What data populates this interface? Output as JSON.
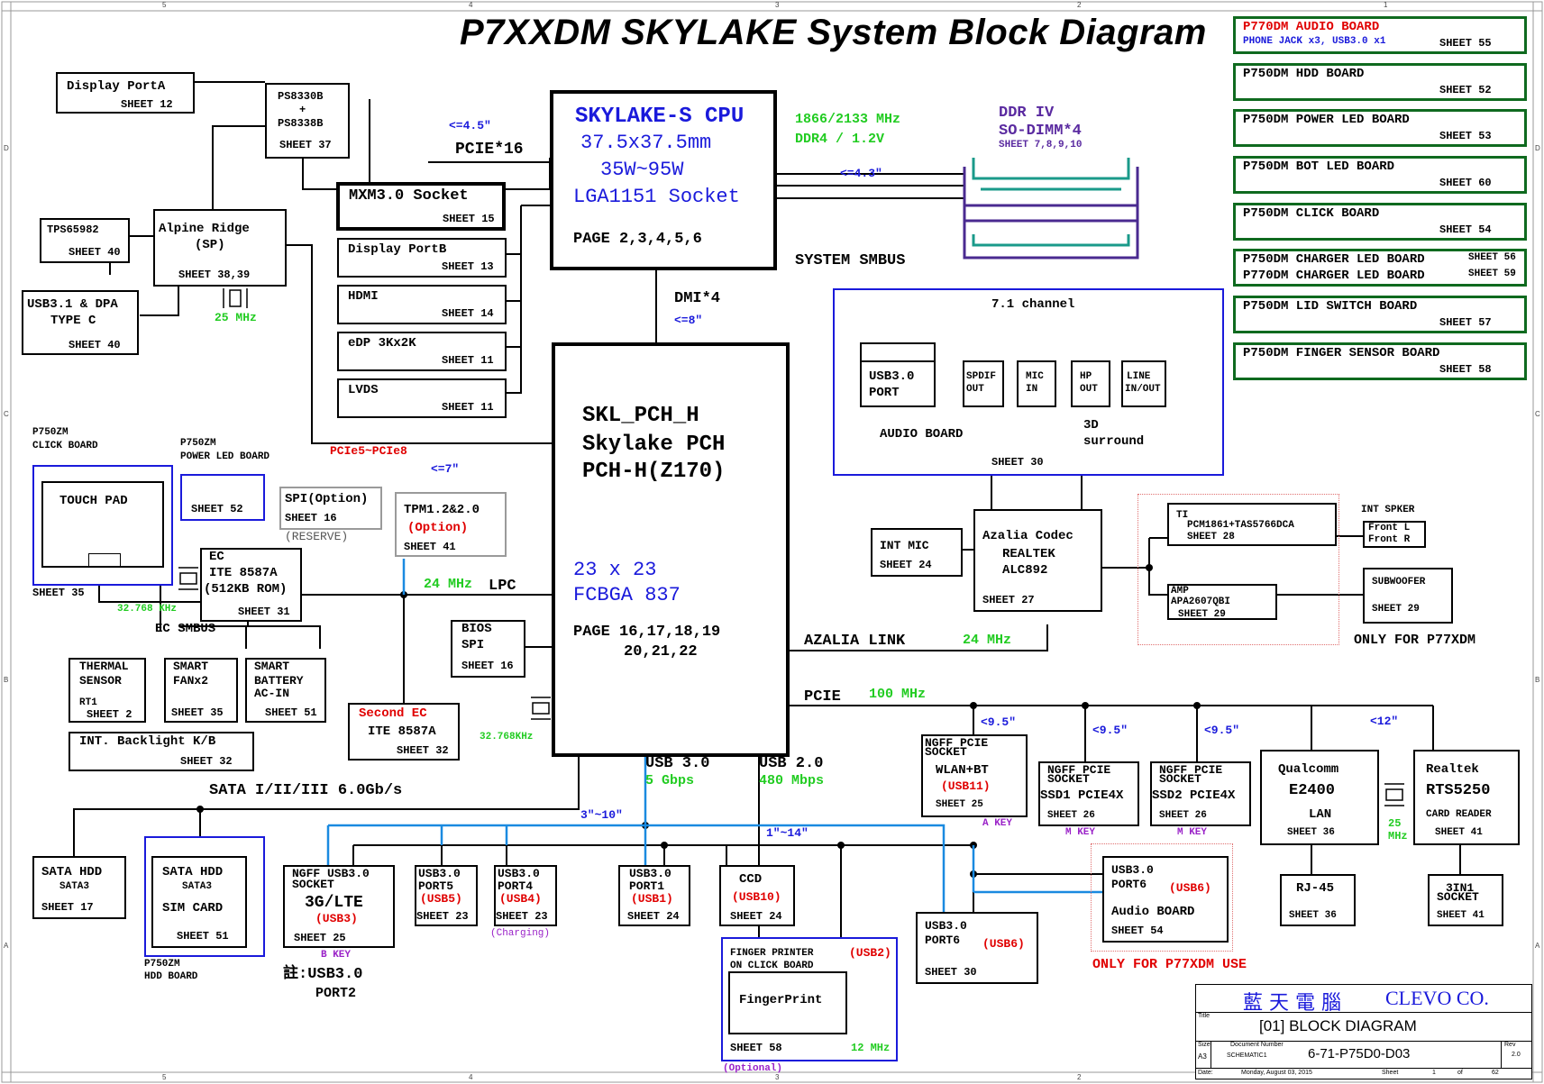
{
  "title": "P7XXDM SKYLAKE System Block Diagram",
  "frame": {
    "top": [
      "5",
      "4",
      "3",
      "2",
      "1"
    ],
    "sides": [
      "D",
      "C",
      "B",
      "A"
    ]
  },
  "cpu": {
    "name": "SKYLAKE-S CPU",
    "size": "37.5x37.5mm",
    "power": "35W~95W",
    "socket": "LGA1151 Socket",
    "pages": "PAGE 2,3,4,5,6"
  },
  "pch": {
    "l1": "SKL_PCH_H",
    "l2": "Skylake PCH",
    "l3": "PCH-H(Z170)",
    "pkg1": "23 x 23",
    "pkg2": "FCBGA 837",
    "pages1": "PAGE 16,17,18,19",
    "pages2": "20,21,22"
  },
  "memory": {
    "freq": "1866/2133 MHz",
    "type": "DDR4 / 1.2V",
    "ddr": "DDR IV",
    "sodimm": "SO-DIMM*4",
    "sheet": "SHEET 7,8,9,10",
    "len": "<=4.3\""
  },
  "buses": {
    "pcie16": "PCIE*16",
    "pcie16_len": "<=4.5\"",
    "dmi": "DMI*4",
    "dmi_len": "<=8\"",
    "system_smbus": "SYSTEM SMBUS",
    "pcie58": "PCIe5~PCIe8",
    "pcie58_len": "<=7\"",
    "lpc_freq": "24 MHz",
    "lpc": "LPC",
    "ec_smbus": "EC SMBUS",
    "azalia": "AZALIA LINK",
    "azalia_freq": "24 MHz",
    "pcie": "PCIE",
    "pcie_freq": "100 MHz",
    "sata": "SATA I/II/III 6.0Gb/s",
    "usb3": "USB 3.0",
    "usb3_speed": "5 Gbps",
    "usb2": "USB 2.0",
    "usb2_speed": "480 Mbps",
    "usb3_len": "3\"~10\"",
    "usb2_len": "1\"~14\""
  },
  "left": {
    "dp_a": {
      "name": "Display PortA",
      "sheet": "SHEET 12"
    },
    "ps8330": {
      "l1": "PS8330B",
      "l2": "+",
      "l3": "PS8338B",
      "sheet": "SHEET 37"
    },
    "mxm": {
      "name": "MXM3.0 Socket",
      "sheet": "SHEET 15"
    },
    "dp_b": {
      "name": "Display PortB",
      "sheet": "SHEET 13"
    },
    "hdmi": {
      "name": "HDMI",
      "sheet": "SHEET 14"
    },
    "edp": {
      "name": "eDP 3Kx2K",
      "sheet": "SHEET 11"
    },
    "lvds": {
      "name": "LVDS",
      "sheet": "SHEET 11"
    },
    "tps": {
      "name": "TPS65982",
      "sheet": "SHEET 40"
    },
    "alpine": {
      "l1": "Alpine Ridge",
      "l2": "(SP)",
      "sheet": "SHEET 38,39",
      "clk": "25 MHz"
    },
    "usb31": {
      "l1": "USB3.1 & DPA",
      "l2": "TYPE C",
      "sheet": "SHEET 40"
    },
    "click_board": {
      "l1": "P750ZM",
      "l2": "CLICK BOARD"
    },
    "touchpad": {
      "name": "TOUCH PAD",
      "sheet": "SHEET 35"
    },
    "powerled": {
      "l1": "P750ZM",
      "l2": "POWER LED BOARD",
      "sheet": "SHEET 52"
    },
    "spi": {
      "name": "SPI(Option)",
      "sheet": "SHEET 16",
      "reserve": "(RESERVE)"
    },
    "tpm": {
      "name": "TPM1.2&2.0",
      "option": "(Option)",
      "sheet": "SHEET 41"
    },
    "ec": {
      "l1": "EC",
      "l2": "ITE 8587A",
      "l3": "(512KB ROM)",
      "sheet": "SHEET 31",
      "clk": "32.768 KHz"
    },
    "bios": {
      "l1": "BIOS",
      "l2": "SPI",
      "sheet": "SHEET 16",
      "clk": "32.768KHz"
    },
    "thermal": {
      "l1": "THERMAL",
      "l2": "SENSOR",
      "l3": "RT1",
      "sheet": "SHEET 2"
    },
    "fan": {
      "l1": "SMART",
      "l2": "FANx2",
      "sheet": "SHEET 35"
    },
    "battery": {
      "l1": "SMART",
      "l2": "BATTERY",
      "l3": "AC-IN",
      "sheet": "SHEET 51"
    },
    "backlight": {
      "name": "INT. Backlight K/B",
      "sheet": "SHEET 32"
    },
    "second_ec": {
      "l1": "Second EC",
      "l2": "ITE 8587A",
      "sheet": "SHEET 32"
    }
  },
  "storage": {
    "sata_hdd1": {
      "l1": "SATA HDD",
      "l2": "SATA3",
      "sheet": "SHEET 17"
    },
    "sata_hdd2": {
      "l1": "SATA HDD",
      "l2": "SATA3",
      "l3": "SIM CARD",
      "sheet": "SHEET 51"
    },
    "hdd_board": {
      "l1": "P750ZM",
      "l2": "HDD BOARD"
    },
    "ngff3g": {
      "l1": "NGFF USB3.0",
      "l2": "SOCKET",
      "l3": "3G/LTE",
      "usb": "(USB3)",
      "sheet": "SHEET 25",
      "key": "B KEY"
    },
    "note": {
      "l1": "註:USB3.0",
      "l2": "PORT2"
    },
    "port5": {
      "l1": "USB3.0",
      "l2": "PORT5",
      "usb": "(USB5)",
      "sheet": "SHEET 23"
    },
    "port4": {
      "l1": "USB3.0",
      "l2": "PORT4",
      "usb": "(USB4)",
      "sheet": "SHEET 23",
      "charging": "(Charging)"
    },
    "port1": {
      "l1": "USB3.0",
      "l2": "PORT1",
      "usb": "(USB1)",
      "sheet": "SHEET 24"
    },
    "ccd": {
      "l1": "CCD",
      "usb": "(USB10)",
      "sheet": "SHEET 24"
    },
    "finger": {
      "l1": "FINGER PRINTER",
      "usb": "(USB2)",
      "l2": "ON CLICK BOARD",
      "inner": "FingerPrint",
      "sheet": "SHEET 58",
      "clk": "12 MHz",
      "optional": "(Optional)"
    },
    "port6": {
      "l1": "USB3.0",
      "l2": "PORT6",
      "usb": "(USB6)",
      "sheet": "SHEET 30"
    },
    "audio_port6": {
      "l1": "USB3.0",
      "l2": "PORT6",
      "usb": "(USB6)",
      "l3": "Audio BOARD",
      "sheet": "SHEET 54",
      "only": "ONLY FOR P77XDM USE"
    }
  },
  "right": {
    "boards": [
      {
        "name": "P770DM AUDIO BOARD",
        "sub": "PHONE JACK x3, USB3.0 x1",
        "sheet": "SHEET 55"
      },
      {
        "name": "P750DM HDD BOARD",
        "sheet": "SHEET 52"
      },
      {
        "name": "P750DM POWER LED BOARD",
        "sheet": "SHEET 53"
      },
      {
        "name": "P750DM BOT LED BOARD",
        "sheet": "SHEET 60"
      },
      {
        "name": "P750DM CLICK BOARD",
        "sheet": "SHEET 54"
      },
      {
        "name": "P750DM CHARGER LED BOARD",
        "sheet": "SHEET 56",
        "name2": "P770DM CHARGER LED BOARD",
        "sheet2": "SHEET 59"
      },
      {
        "name": "P750DM LID SWITCH BOARD",
        "sheet": "SHEET 57"
      },
      {
        "name": "P750DM FINGER SENSOR BOARD",
        "sheet": "SHEET 58"
      }
    ],
    "audio_board": {
      "channel": "7.1 channel",
      "usb_l1": "USB3.0",
      "usb_l2": "PORT",
      "name": "AUDIO BOARD",
      "spdif_l1": "SPDIF",
      "spdif_l2": "OUT",
      "mic_l1": "MIC",
      "mic_l2": "IN",
      "hp_l1": "HP",
      "hp_l2": "OUT",
      "line_l1": "LINE",
      "line_l2": "IN/OUT",
      "surround_l1": "3D",
      "surround_l2": "surround",
      "sheet": "SHEET 30"
    },
    "int_mic": {
      "name": "INT MIC",
      "sheet": "SHEET 24"
    },
    "azalia": {
      "l1": "Azalia Codec",
      "l2": "REALTEK",
      "l3": "ALC892",
      "sheet": "SHEET 27"
    },
    "ti": {
      "l1": "TI",
      "l2": "PCM1861+TAS5766DCA",
      "sheet": "SHEET 28"
    },
    "spker": {
      "title": "INT SPKER",
      "l1": "Front L",
      "l2": "Front R"
    },
    "amp": {
      "l1": "AMP",
      "l2": "APA2607QBI",
      "sheet": "SHEET 29"
    },
    "subwoofer": {
      "name": "SUBWOOFER",
      "sheet": "SHEET 29"
    },
    "only_p77": "ONLY FOR P77XDM",
    "wlan": {
      "l1": "NGFF PCIE",
      "l2": "SOCKET",
      "l3": "WLAN+BT",
      "usb": "(USB11)",
      "sheet": "SHEET 25",
      "key": "A KEY",
      "len": "<9.5\""
    },
    "ssd1": {
      "l1": "NGFF PCIE",
      "l2": "SOCKET",
      "l3": "SSD1 PCIE4X",
      "sheet": "SHEET 26",
      "key": "M KEY",
      "len": "<9.5\""
    },
    "ssd2": {
      "l1": "NGFF PCIE",
      "l2": "SOCKET",
      "l3": "SSD2 PCIE4X",
      "sheet": "SHEET 26",
      "key": "M KEY",
      "len": "<9.5\""
    },
    "lan": {
      "l1": "Qualcomm",
      "l2": "E2400",
      "l3": "LAN",
      "sheet": "SHEET 36",
      "clk": "25",
      "clk2": "MHz",
      "len": "<12\""
    },
    "card": {
      "l1": "Realtek",
      "l2": "RTS5250",
      "l3": "CARD READER",
      "sheet": "SHEET 41"
    },
    "rj45": {
      "name": "RJ-45",
      "sheet": "SHEET 36"
    },
    "socket3in1": {
      "l1": "3IN1",
      "l2": "SOCKET",
      "sheet": "SHEET 41"
    }
  },
  "titleblock": {
    "company_cn": "藍 天 電 腦",
    "company": "CLEVO CO.",
    "title_lbl": "Title",
    "title": "[01] BLOCK DIAGRAM",
    "size_lbl": "Size",
    "size": "A3",
    "docnum_lbl": "Document Number",
    "docnum_sub": "SCHEMATIC1",
    "docnum": "6-71-P75D0-D03",
    "rev_lbl": "Rev",
    "rev": "2.0",
    "date_lbl": "Date:",
    "date": "Monday, August 03, 2015",
    "sheet_lbl": "Sheet",
    "sheet": "1",
    "of_lbl": "of",
    "of": "62"
  },
  "colors": {
    "blue": "#1a1adb",
    "red": "#e00000",
    "green": "#22cc22",
    "purple": "#9a22c8",
    "darkgreen": "#0f6a1f",
    "teal": "#1a9a8a"
  }
}
